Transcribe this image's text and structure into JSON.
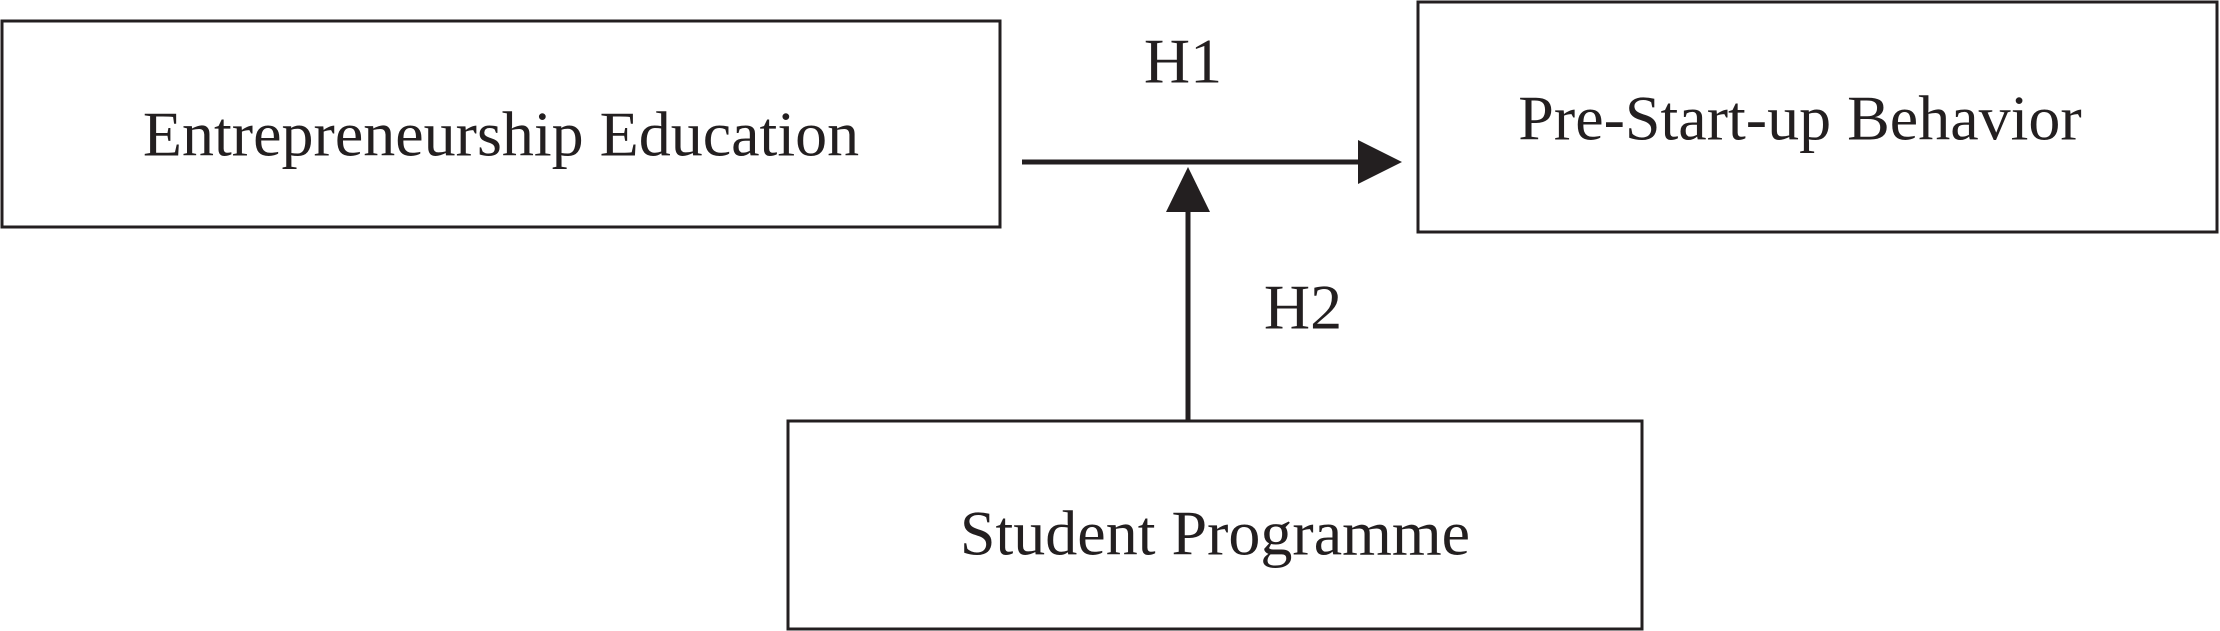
{
  "diagram": {
    "nodes": {
      "entrepreneurship_education": {
        "label": "Entrepreneurship Education"
      },
      "pre_startup_behavior": {
        "label": "Pre-Start-up Behavior"
      },
      "student_programme": {
        "label": "Student Programme"
      }
    },
    "edges": {
      "h1": {
        "label": "H1",
        "from": "Entrepreneurship Education",
        "to": "Pre-Start-up Behavior"
      },
      "h2": {
        "label": "H2",
        "from": "Student Programme",
        "to": "H1 path (moderation)"
      }
    },
    "colors": {
      "stroke": "#231f20",
      "background": "#ffffff"
    }
  }
}
